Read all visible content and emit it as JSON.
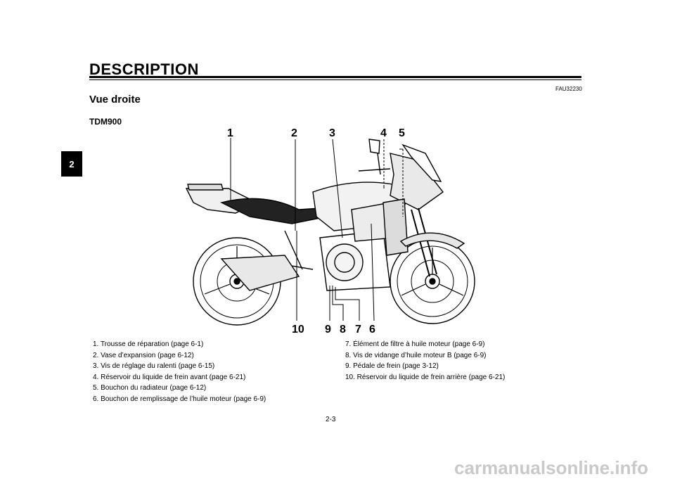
{
  "header": {
    "title": "DESCRIPTION"
  },
  "chapter_tab": "2",
  "doc_code": "FAU32230",
  "section_title": "Vue droite",
  "model": "TDM900",
  "callouts_top": [
    "1",
    "2",
    "3",
    "4",
    "5"
  ],
  "callouts_bottom": [
    "10",
    "9",
    "8",
    "7",
    "6"
  ],
  "legend_left": [
    "1. Trousse de réparation (page 6-1)",
    "2. Vase d’expansion (page 6-12)",
    "3. Vis de réglage du ralenti (page 6-15)",
    "4. Réservoir du liquide de frein avant (page 6-21)",
    "5. Bouchon du radiateur (page 6-12)",
    "6. Bouchon de remplissage de l’huile moteur (page 6-9)"
  ],
  "legend_right": [
    "7. Élément de filtre à huile moteur (page 6-9)",
    "8. Vis de vidange d’huile moteur B (page 6-9)",
    "9. Pédale de frein (page 3-12)",
    "10. Réservoir du liquide de frein arrière (page 6-21)"
  ],
  "page_number": "2-3",
  "footer_watermark": "carmanualsonline.info"
}
